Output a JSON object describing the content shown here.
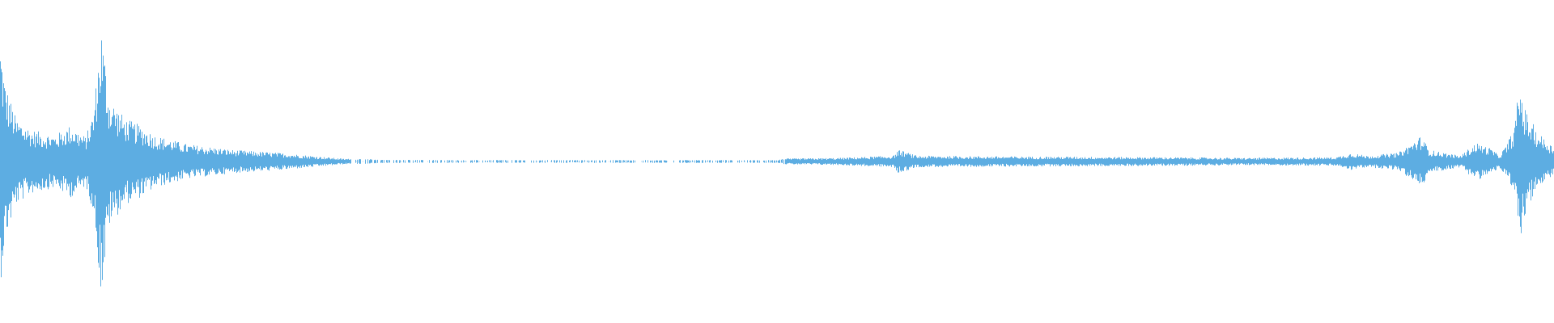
{
  "waveform": {
    "color": "#5dade2",
    "background": "#ffffff",
    "envelope": [
      [
        0.0,
        0.85
      ],
      [
        0.003,
        0.55
      ],
      [
        0.01,
        0.3
      ],
      [
        0.02,
        0.22
      ],
      [
        0.035,
        0.18
      ],
      [
        0.045,
        0.25
      ],
      [
        0.055,
        0.17
      ],
      [
        0.06,
        0.35
      ],
      [
        0.065,
        0.95
      ],
      [
        0.07,
        0.45
      ],
      [
        0.08,
        0.3
      ],
      [
        0.09,
        0.25
      ],
      [
        0.1,
        0.18
      ],
      [
        0.12,
        0.12
      ],
      [
        0.15,
        0.08
      ],
      [
        0.18,
        0.06
      ],
      [
        0.2,
        0.04
      ],
      [
        0.22,
        0.02
      ],
      [
        0.25,
        0.012
      ],
      [
        0.3,
        0.01
      ],
      [
        0.4,
        0.01
      ],
      [
        0.5,
        0.01
      ],
      [
        0.505,
        0.02
      ],
      [
        0.54,
        0.025
      ],
      [
        0.575,
        0.04
      ],
      [
        0.578,
        0.08
      ],
      [
        0.582,
        0.07
      ],
      [
        0.59,
        0.04
      ],
      [
        0.65,
        0.035
      ],
      [
        0.75,
        0.03
      ],
      [
        0.8,
        0.025
      ],
      [
        0.86,
        0.03
      ],
      [
        0.87,
        0.06
      ],
      [
        0.88,
        0.04
      ],
      [
        0.9,
        0.06
      ],
      [
        0.915,
        0.18
      ],
      [
        0.92,
        0.08
      ],
      [
        0.94,
        0.04
      ],
      [
        0.95,
        0.13
      ],
      [
        0.96,
        0.09
      ],
      [
        0.965,
        0.04
      ],
      [
        0.97,
        0.12
      ],
      [
        0.975,
        0.25
      ],
      [
        0.978,
        0.56
      ],
      [
        0.982,
        0.35
      ],
      [
        0.99,
        0.2
      ],
      [
        1.0,
        0.1
      ]
    ],
    "gaps": [
      [
        0.225,
        0.505
      ]
    ]
  }
}
